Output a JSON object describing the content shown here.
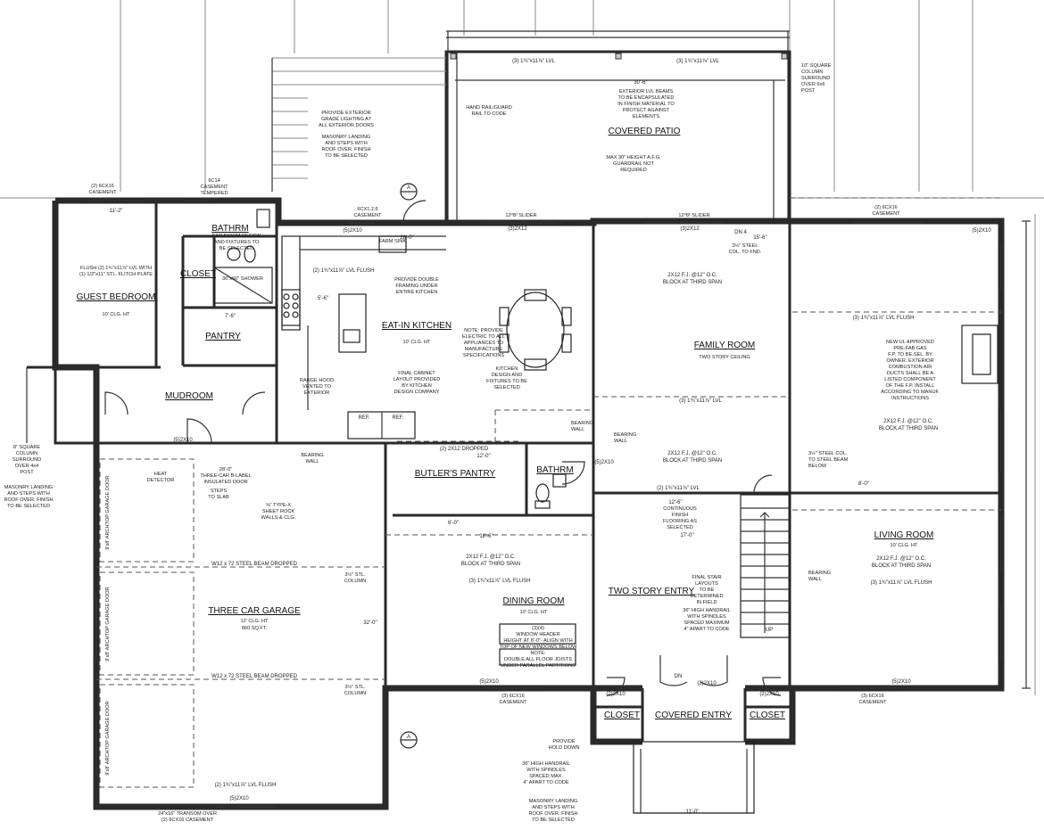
{
  "rooms": {
    "covered_patio": "COVERED PATIO",
    "guest_bedroom": "GUEST BEDROOM",
    "bathrm_upper": "BATHRM",
    "closet_bath": "CLOSET",
    "pantry": "PANTRY",
    "mudroom": "MUDROOM",
    "eat_in_kitchen": "EAT-IN KITCHEN",
    "family_room": "FAMILY ROOM",
    "butlers_pantry": "BUTLER'S PANTRY",
    "bathrm_lower": "BATHRM",
    "three_car_garage": "THREE CAR GARAGE",
    "dining_room": "DINING ROOM",
    "two_story_entry": "TWO STORY ENTRY",
    "living_room": "LIVING ROOM",
    "covered_entry": "COVERED ENTRY",
    "closet_left": "CLOSET",
    "closet_right": "CLOSET"
  },
  "subtitles": {
    "guest_bedroom": "10' CLG. HT",
    "eat_in_kitchen": "10' CLG. HT",
    "family_room": "TWO STORY CEILING",
    "garage_clg": "12' CLG. HT",
    "garage_area": "860 SQ.FT.",
    "dining_room": "10' CLG. HT",
    "living_room": "10' CLG. HT"
  },
  "notes": {
    "exterior_lighting": [
      "PROVIDE EXTERIOR",
      "GRADE LIGHTING AT",
      "ALL EXTERIOR DOORS"
    ],
    "masonry_landing_top": [
      "MASONRY LANDING",
      "AND STEPS WITH",
      "ROOF OVER. FINISH",
      "TO BE SELECTED"
    ],
    "hand_rail": [
      "HAND RAIL/GUARD",
      "RAIL TO CODE"
    ],
    "exterior_lvl": [
      "EXTERIOR LVL BEAMS",
      "TO BE ENCAPSULATED",
      "IN FINISH MATERIAL TO",
      "PROTECT AGAINST",
      "ELEMENTS"
    ],
    "max_height": [
      "MAX 30\" HEIGHT A.F.G.",
      "GUARDRAIL NOT",
      "REQUIRED"
    ],
    "square_column_top": [
      "10\" SQUARE",
      "COLUMN",
      "SURROUND",
      "OVER 6x6",
      "POST"
    ],
    "casement_tl": [
      "(2) 6CX16",
      "CASEMENT"
    ],
    "casement_tempered": [
      "6C14",
      "CASEMENT",
      "TEMPERED"
    ],
    "casement_kitchen": [
      "6CX1.2.6",
      "CASEMENT"
    ],
    "slider_1": "12⁰8² SLIDER",
    "slider_2": "12⁰8² SLIDER",
    "casement_tr": [
      "(2) 6CX16",
      "CASEMENT"
    ],
    "bathroom_design": [
      "BATHROOM DESIGN",
      "AND FIXTURES TO",
      "BE SELECTED"
    ],
    "flush_lvl": [
      "FLUSH (2) 1¾\"x11⅞\" LVL WITH",
      "(1) 1/2\"x11\" STL. FLITCH PLATE"
    ],
    "double_framing": [
      "PROVIDE DOUBLE",
      "FRAMING UNDER",
      "ENTIRE KITCHEN"
    ],
    "electric_note": [
      "NOTE: PROVIDE",
      "ELECTRIC TO ALL",
      "APPLIANCES TO",
      "MANUFACTURE",
      "SPECIFICATIONS"
    ],
    "kitchen_design": [
      "KITCHEN",
      "DESIGN AND",
      "FIXTURES TO BE",
      "SELECTED"
    ],
    "final_cabinet": [
      "FINAL CABINET",
      "LAYOUT PROVIDED",
      "BY KITCHEN",
      "DESIGN COMPANY"
    ],
    "range_hood": [
      "RANGE HOOD",
      "VENTED TO",
      "EXTERIOR"
    ],
    "steel_col": [
      "3½\" STEEL",
      "COL. TO FND."
    ],
    "fireplace": [
      "NEW UL APPROVED",
      "PRE-FAB GAS",
      "F.P. TO BE SEL. BY",
      "OWNER. EXTERIOR",
      "COMBUSTION AIR",
      "DUCTS SHALL BE A",
      "LISTED COMPONENT",
      "OF THE F.P. INSTALL",
      "ACCORDING TO MANUF.",
      "INSTRUCTIONS"
    ],
    "steel_col_beam": [
      "3½\" STEEL COL.",
      "TO STEEL BEAM",
      "BELOW"
    ],
    "bearing_wall_1": [
      "BEARING",
      "WALL"
    ],
    "bearing_wall_2": [
      "BEARING",
      "WALL"
    ],
    "bearing_wall_3": [
      "BEARING",
      "WALL"
    ],
    "bearing_wall_4": [
      "BEARING",
      "WALL"
    ],
    "heat_detector": [
      "HEAT",
      "DETECTOR"
    ],
    "b_label": [
      "28'-0\"",
      "THREE-CAR B-LABEL",
      "INSULATED DOOR"
    ],
    "steps_to_slab": [
      "STEPS",
      "TO SLAB"
    ],
    "type_x": [
      "⅝\" TYPE-X",
      "SHEET ROCK",
      "WALLS & CLG."
    ],
    "square_column_left": [
      "8\" SQUARE",
      "COLUMN",
      "SURROUND",
      "OVER 4x4",
      "POST"
    ],
    "masonry_landing_left": [
      "MASONRY LANDING",
      "AND STEPS WITH",
      "ROOF OVER. FINISH",
      "TO BE SELECTED"
    ],
    "continuous_finish": [
      "CONTINUOUS",
      "FINISH",
      "FLOORING AS",
      "SELECTED"
    ],
    "final_stair": [
      "FINAL STAIR",
      "LAYOUTS",
      "TO BE",
      "DETERMINED",
      "IN FIELD"
    ],
    "handrail_36": [
      "36\" HIGH HANDRAIL",
      "WITH SPINDLES",
      "SPACED MAXIMUM",
      "4\" APART TO CODE"
    ],
    "window_header": [
      "(3)(4)",
      "WINDOW HEADER",
      "HEIGHT AT 8'-0\"- ALIGN WITH",
      "TOP OF NEW WINDOWS BELOW"
    ],
    "double_joists": [
      "NOTE:",
      "DOUBLE ALL FLOOR JOISTS",
      "UNDER PARALLEL PARTITIONS"
    ],
    "stl_column_1": [
      "3½\" STL.",
      "COLUMN"
    ],
    "stl_column_2": [
      "3½\" STL.",
      "COLUMN"
    ],
    "provide_hold": [
      "PROVIDE",
      "HOLD DOWN"
    ],
    "handrail_bottom": [
      "36\" HIGH HANDRAIL",
      "WITH SPINDLES",
      "SPACED MAX.",
      "4\" APART TO CODE"
    ],
    "masonry_landing_bottom": [
      "MASONRY LANDING",
      "AND STEPS WITH",
      "ROOF OVER. FINISH",
      "TO BE SELECTED"
    ],
    "transom": [
      "24\"x16\" TRANSOM OVER",
      "(2) 6CX16 CASEMENT"
    ],
    "casement_b1": [
      "(3) 6CX16",
      "CASEMENT"
    ],
    "casement_b2": [
      "(3) 6CX16",
      "CASEMENT"
    ]
  },
  "beams": {
    "patio_lvl_1": "(3) 1¾\"x11⅞\" LVL",
    "patio_lvl_2": "(3) 1¾\"x11⅞\" LVL",
    "patio_width": "30'-6\"",
    "kitchen_dim": "28'-0\"",
    "kitchen_lvl_flush": "(2) 1¾\"x11⅞\" LVL FLUSH",
    "fam_joists": "2X12 F.J. @12\" O.C.",
    "fam_block": "BLOCK AT THIRD SPAN",
    "fam_lvl": "(3) 1¾\"x11⅞\" LVL",
    "fam_joists_2": "2X12 F.J. @12\" O.C.",
    "fam_block_2": "BLOCK AT THIRD SPAN",
    "steel_beam_dropped_1": "W12 x 72 STEEL BEAM DROPPED",
    "steel_beam_dropped_2": "W12 x 72 STEEL BEAM DROPPED",
    "dining_joists": "2X12 F.J. @12\" O.C.",
    "dining_block": "BLOCK AT THIRD SPAN",
    "dining_lvl": "(3) 1¾\"x11⅞\" LVL FLUSH",
    "living_joists": "2X12 F.J. @12\" O.C.",
    "living_block": "BLOCK AT THIRD SPAN",
    "living_lvl": "(3) 1¾\"x11⅞\" LVL FLUSH",
    "right_joists": "2X12 F.J. @12\" O.C.",
    "right_block": "BLOCK AT THIRD SPAN",
    "right_lvl_flush": "(3) 1¾\"x11⅞\" LVL FLUSH",
    "garage_lvl_flush": "(2) 1¾\"x11⅞\" LVL FLUSH",
    "lvl_2x12_dropped": "(2) 2X12 DROPPED",
    "entry_lvl": "(2) 1¾\"x11⅞\" LVL",
    "fam_width": "15'-6\"",
    "dim_12_6": "12'-6\"",
    "dim_17_0": "17'-0\"",
    "dim_6_0": "6'-0\"",
    "dim_8_0": "8'-0\"",
    "dim_18_6": "18'-6\"",
    "dim_11_2": "11'-2\"",
    "dim_7_6": "7'-6\"",
    "dim_5_6": "5'-6\"",
    "dim_11_0": "11'-0\"",
    "dim_12_0": "12'-0\"",
    "dim_32_0": "32'-0\""
  },
  "headers": {
    "h1": "(5)2X10",
    "h2": "(3)2X12",
    "h3": "(3)2X12",
    "h4": "(5)2X10",
    "h5": "(5)2X10",
    "h6": "(2)2X10",
    "h7": "(5)2X10",
    "h8": "(5)2X10",
    "h9": "(2)2X10",
    "h10": "(2)2X10",
    "h11": "(5)2X10",
    "h12": "(5)2X10"
  },
  "labels": {
    "dn_1": "DN 4",
    "dn_2": "DN 4",
    "dn_3": "DN",
    "up": "UP",
    "ref_1": "REF.",
    "ref_2": "REF.",
    "farm_sink": "FARM SINK",
    "shower": "36\"x60\" SHOWER",
    "garage_door_1": "9'x8' ARCHTOP GARAGE DOOR",
    "garage_door_2": "9'x8' ARCHTOP GARAGE DOOR",
    "garage_door_3": "9'x8' ARCHTOP GARAGE DOOR",
    "section_a": "A"
  }
}
